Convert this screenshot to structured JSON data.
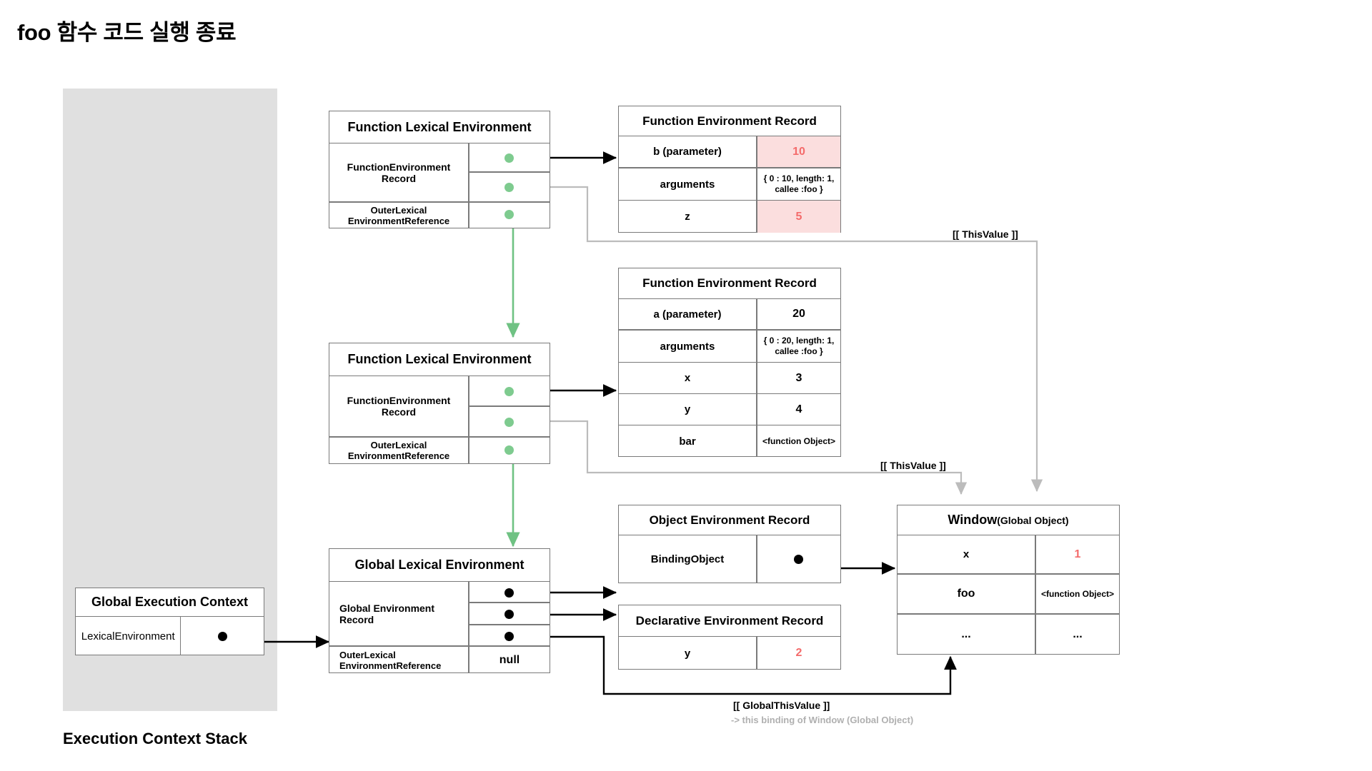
{
  "page": {
    "title": "foo 함수 코드 실행 종료",
    "stack_label": "Execution Context Stack"
  },
  "colors": {
    "highlight_bg": "#fbdede",
    "highlight_text": "#f46b6b",
    "pointer_green": "#7ecb8f",
    "pointer_black": "#000000",
    "gray_arrow": "#bcbcbc",
    "backdrop": "#e0e0e0"
  },
  "labels": {
    "this_value_top": "[[ ThisValue ]]",
    "this_value_mid": "[[ ThisValue ]]",
    "global_this_value": "[[ GlobalThisValue ]]",
    "global_this_value_sub": "-> this binding of Window (Global Object)"
  },
  "global_execution_context": {
    "title": "Global Execution Context",
    "rows": [
      {
        "label": "LexicalEnvironment",
        "value": ""
      }
    ]
  },
  "lexical_environments": [
    {
      "id": "bar-function-lexical-environment",
      "title": "Function Lexical Environment",
      "record_label": "FunctionEnvironment Record",
      "outer_label": "OuterLexical EnvironmentReference",
      "outer_value": ""
    },
    {
      "id": "foo-function-lexical-environment",
      "title": "Function Lexical Environment",
      "record_label": "FunctionEnvironment Record",
      "outer_label": "OuterLexical EnvironmentReference",
      "outer_value": ""
    },
    {
      "id": "global-lexical-environment",
      "title": "Global Lexical Environment",
      "record_label": "Global Environment Record",
      "outer_label": "OuterLexical EnvironmentReference",
      "outer_value": "null"
    }
  ],
  "function_environment_record_bar": {
    "title": "Function Environment Record",
    "rows": [
      {
        "key": "b (parameter)",
        "value": "10",
        "highlight": true
      },
      {
        "key": "arguments",
        "value": "{ 0 : 10, length: 1, callee :foo }",
        "highlight": false
      },
      {
        "key": "z",
        "value": "5",
        "highlight": true
      }
    ]
  },
  "function_environment_record_foo": {
    "title": "Function Environment Record",
    "rows": [
      {
        "key": "a (parameter)",
        "value": "20",
        "highlight": false
      },
      {
        "key": "arguments",
        "value": "{ 0 : 20, length: 1, callee :foo }",
        "highlight": false
      },
      {
        "key": "x",
        "value": "3",
        "highlight": false
      },
      {
        "key": "y",
        "value": "4",
        "highlight": false
      },
      {
        "key": "bar",
        "value": "<function Object>",
        "highlight": false
      }
    ]
  },
  "object_environment_record": {
    "title": "Object Environment Record",
    "rows": [
      {
        "key": "BindingObject",
        "value": ""
      }
    ]
  },
  "declarative_environment_record": {
    "title": "Declarative Environment Record",
    "rows": [
      {
        "key": "y",
        "value": "2",
        "highlight": true
      }
    ]
  },
  "window_global_object": {
    "title_main": "Window",
    "title_sub": "(Global Object)",
    "rows": [
      {
        "key": "x",
        "value": "1",
        "highlight": true
      },
      {
        "key": "foo",
        "value": "<function Object>",
        "highlight": false
      },
      {
        "key": "...",
        "value": "...",
        "highlight": false
      }
    ]
  }
}
